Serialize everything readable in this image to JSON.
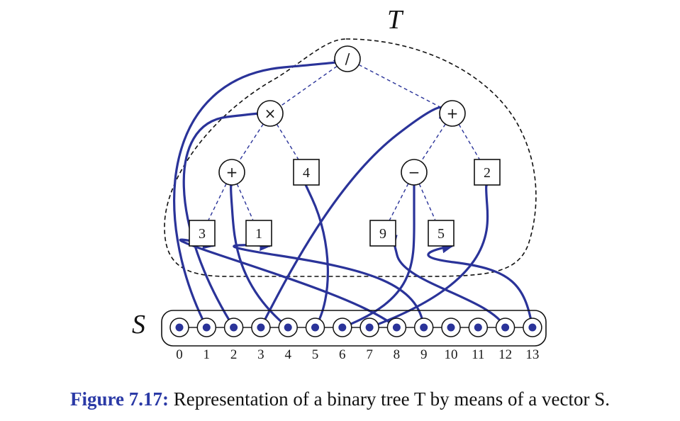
{
  "tree_label": "T",
  "vector_label": "S",
  "nodes": [
    {
      "id": "root",
      "label": "/",
      "kind": "operator",
      "index": 1
    },
    {
      "id": "times",
      "label": "×",
      "kind": "operator",
      "index": 2
    },
    {
      "id": "plus-right",
      "label": "+",
      "kind": "operator",
      "index": 3
    },
    {
      "id": "plus-left",
      "label": "+",
      "kind": "operator",
      "index": 4
    },
    {
      "id": "leaf-4",
      "label": "4",
      "kind": "operand",
      "index": 5
    },
    {
      "id": "minus",
      "label": "−",
      "kind": "operator",
      "index": 6
    },
    {
      "id": "leaf-2",
      "label": "2",
      "kind": "operand",
      "index": 7
    },
    {
      "id": "leaf-3",
      "label": "3",
      "kind": "operand",
      "index": 8
    },
    {
      "id": "leaf-1",
      "label": "1",
      "kind": "operand",
      "index": 9
    },
    {
      "id": "leaf-9",
      "label": "9",
      "kind": "operand",
      "index": 12
    },
    {
      "id": "leaf-5",
      "label": "5",
      "kind": "operand",
      "index": 13
    }
  ],
  "tree_edges": [
    [
      "root",
      "times"
    ],
    [
      "root",
      "plus-right"
    ],
    [
      "times",
      "plus-left"
    ],
    [
      "times",
      "leaf-4"
    ],
    [
      "plus-right",
      "minus"
    ],
    [
      "plus-right",
      "leaf-2"
    ],
    [
      "plus-left",
      "leaf-3"
    ],
    [
      "plus-left",
      "leaf-1"
    ],
    [
      "minus",
      "leaf-9"
    ],
    [
      "minus",
      "leaf-5"
    ]
  ],
  "vector_indices": [
    "0",
    "1",
    "2",
    "3",
    "4",
    "5",
    "6",
    "7",
    "8",
    "9",
    "10",
    "11",
    "12",
    "13"
  ],
  "caption": {
    "number": "Figure 7.17:",
    "text": " Representation of a binary tree T by means of a vector S."
  },
  "colors": {
    "pointer": "#2a3399",
    "tree_edge": "#2a3399",
    "outline": "#111111",
    "caption_number": "#2b3aa6"
  }
}
